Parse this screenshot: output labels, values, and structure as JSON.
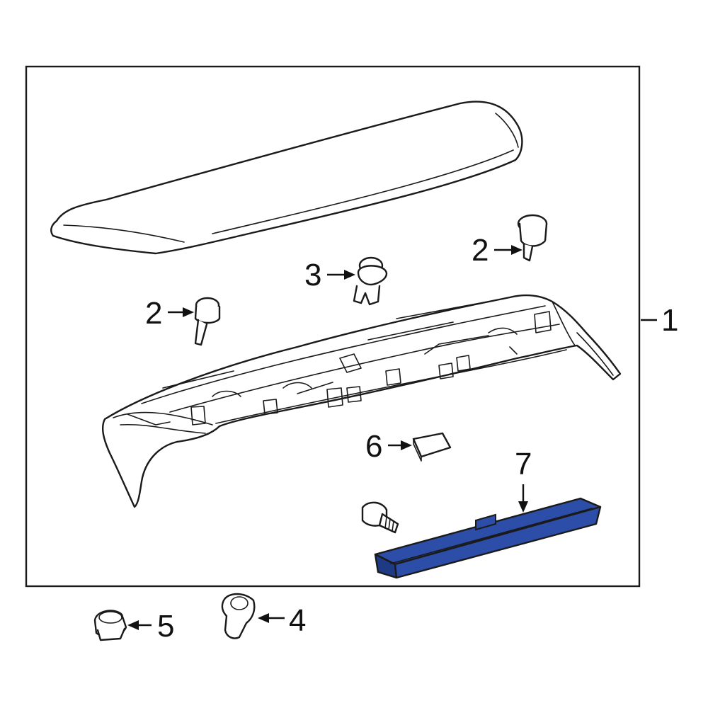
{
  "callouts": {
    "c1": "1",
    "c2a": "2",
    "c2b": "2",
    "c3": "3",
    "c4": "4",
    "c5": "5",
    "c6": "6",
    "c7": "7"
  },
  "colors": {
    "highlight": "#2d4ea8",
    "highlight_dark": "#1f3a85",
    "line": "#1a1a1a",
    "background": "#ffffff"
  }
}
